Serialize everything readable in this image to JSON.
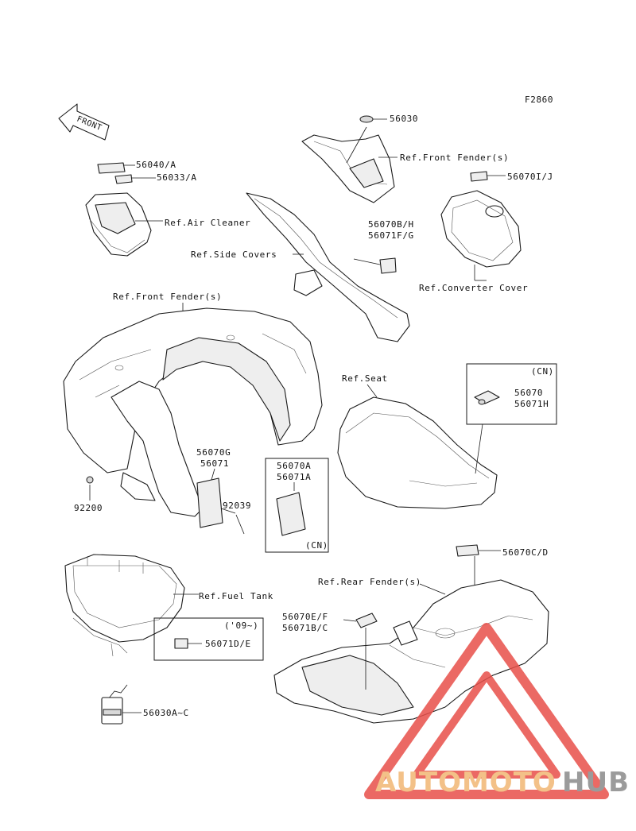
{
  "diagram_code": "F2860",
  "front_arrow_label": "FRONT",
  "labels": {
    "p56030": "56030",
    "ref_front_fender_top": "Ref.Front Fender(s)",
    "p56040A": "56040/A",
    "p56033A": "56033/A",
    "ref_air_cleaner": "Ref.Air Cleaner",
    "p56070IJ": "56070I/J",
    "p56070BH": "56070B/H",
    "p56071FG": "56071F/G",
    "ref_side_covers": "Ref.Side Covers",
    "ref_converter_cover": "Ref.Converter Cover",
    "ref_front_fender_mid": "Ref.Front Fender(s)",
    "ref_seat": "Ref.Seat",
    "cn_tag_1": "(CN)",
    "p56070": "56070",
    "p56071H": "56071H",
    "p56070G": "56070G",
    "p56071": "56071",
    "p56070A": "56070A",
    "p56071A": "56071A",
    "cn_tag_2": "(CN)",
    "p92200": "92200",
    "p92039": "92039",
    "p56070CD": "56070C/D",
    "ref_rear_fender": "Ref.Rear Fender(s)",
    "ref_fuel_tank": "Ref.Fuel Tank",
    "year_tag": "('09~)",
    "p56071DE": "56071D/E",
    "p56070EF": "56070E/F",
    "p56071BC": "56071B/C",
    "p56030AC": "56030A~C"
  },
  "watermark": {
    "part1": "AUTOMOTO",
    "part2": "HUB",
    "color_auto": "#f2b774",
    "color_hub": "#8a8a8a",
    "color_triangle": "#e8504a"
  }
}
